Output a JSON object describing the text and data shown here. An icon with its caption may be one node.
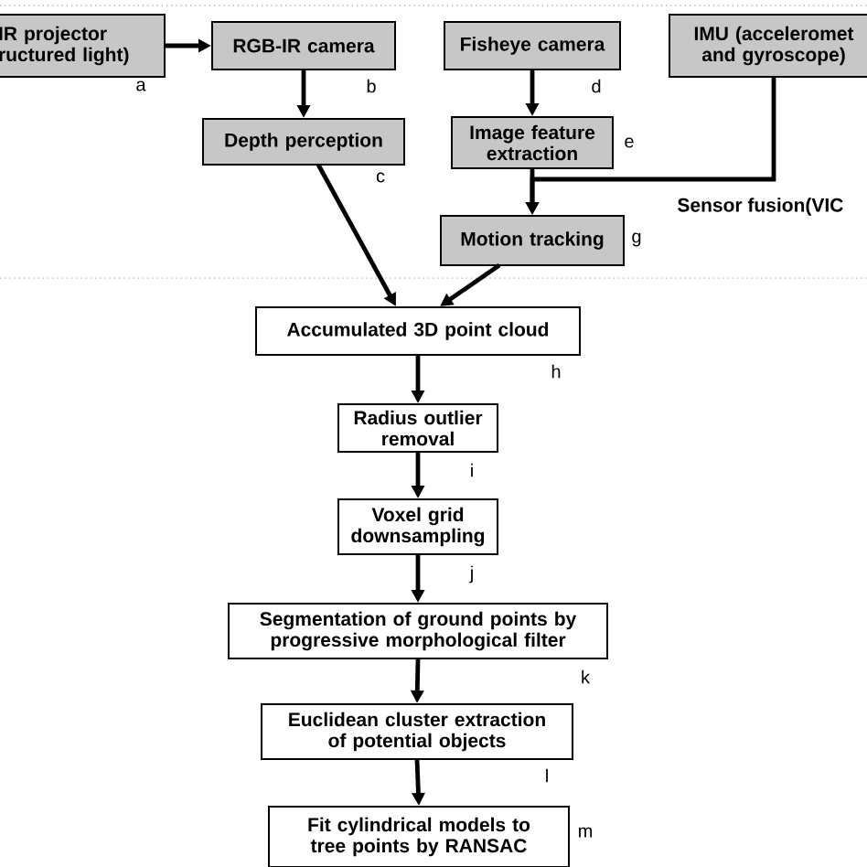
{
  "diagram": {
    "nodes": [
      {
        "text": [
          "IR projector ructured light)"
        ],
        "beside": [
          "a"
        ]
      },
      {
        "text": [
          "RGB-IR camera"
        ],
        "beside": [
          "b"
        ]
      },
      {
        "text": [
          "Depth perception"
        ],
        "beside": [
          "c"
        ]
      },
      {
        "text": [
          "Fisheye camera"
        ],
        "beside": [
          "d"
        ]
      },
      {
        "text": [
          "Image feature extraction"
        ],
        "beside": [
          "e"
        ]
      },
      {
        "text": [
          "IMU (acceleromet and gyroscope)"
        ]
      },
      {
        "text": [
          "Motion tracking"
        ],
        "beside": [
          "g"
        ]
      },
      {
        "text": [
          "Accumulated 3D point cloud"
        ],
        "beside": [
          "h"
        ]
      },
      {
        "text": [
          "Radius outlier removal"
        ],
        "beside": [
          "i"
        ]
      },
      {
        "text": [
          "Voxel grid downsampling"
        ],
        "beside": [
          "j"
        ]
      },
      {
        "text": [
          "Segmentation of ground points by progressive morphological filter"
        ],
        "beside": [
          "k"
        ]
      },
      {
        "text": [
          "Euclidean cluster extraction of potential objects"
        ],
        "beside": [
          "l"
        ]
      },
      {
        "text": [
          "Fit cylindrical models to tree points by RANSAC"
        ],
        "beside": [
          "m"
        ]
      }
    ],
    "edges": [
      {
        "from": 0,
        "to": 1,
        "arrow": "to"
      },
      {
        "from": 1,
        "to": 2,
        "arrow": "to"
      },
      {
        "from": 3,
        "to": 4,
        "arrow": "to"
      },
      {
        "from": 4,
        "to": 6,
        "arrow": "to"
      },
      {
        "from": 5,
        "to": 6,
        "arrow": "to"
      },
      {
        "from": 2,
        "to": 7,
        "arrow": "to"
      },
      {
        "from": 6,
        "to": 7,
        "arrow": "to"
      },
      {
        "from": 7,
        "to": 8,
        "arrow": "to"
      },
      {
        "from": 8,
        "to": 9,
        "arrow": "to"
      },
      {
        "from": 9,
        "to": 10,
        "arrow": "to"
      },
      {
        "from": 10,
        "to": 11,
        "arrow": "to"
      },
      {
        "from": 11,
        "to": 12,
        "arrow": "to"
      }
    ],
    "labels": [
      "Sensor fusion(VIC"
    ]
  }
}
